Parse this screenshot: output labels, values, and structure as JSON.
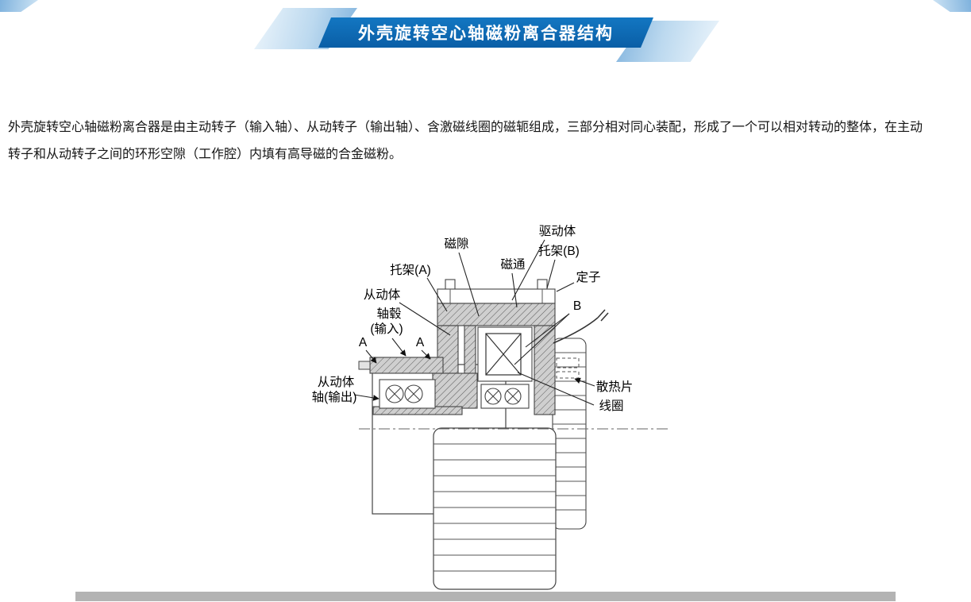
{
  "header": {
    "title": "外壳旋转空心轴磁粉离合器结构"
  },
  "intro": {
    "line1": "外壳旋转空心轴磁粉离合器是由主动转子（输入轴）、从动转子（输出轴）、含激磁线圈的磁轭组成，三部分相对同心装配，形成了一个可以相对转动的整体，在主动",
    "line2": "转子和从动转子之间的环形空隙（工作腔）内填有高导磁的合金磁粉。"
  },
  "diagram": {
    "labels": {
      "drive_body": "驱动体",
      "bracket_b": "托架(B)",
      "magnetic_gap": "磁隙",
      "magnetic_flux": "磁通",
      "bracket_a": "托架(A)",
      "stator": "定子",
      "driven_body": "从动体",
      "hub_line1": "轴毂",
      "hub_line2": "(输入)",
      "point_a1": "A",
      "point_a2": "A",
      "point_b": "B",
      "output_line1": "从动体",
      "output_line2": "轴(输出)",
      "heat_sink": "散热片",
      "coil": "线圈"
    }
  },
  "colors": {
    "banner_blue": "#0d6ab5",
    "banner_light_blue": "#bcd9ef",
    "footer_gray": "#b3b3b3",
    "line_color": "#333333",
    "hatch_gray": "#cfcfcf"
  }
}
